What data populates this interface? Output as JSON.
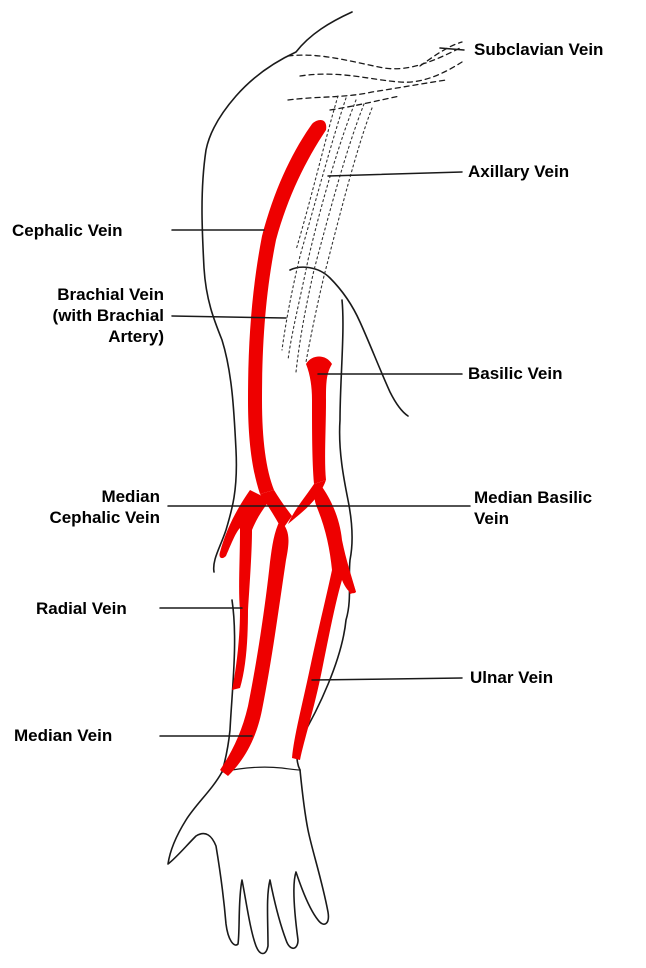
{
  "labels": {
    "subclavian": "Subclavian Vein",
    "axillary": "Axillary Vein",
    "cephalic": "Cephalic Vein",
    "brachial": [
      "Brachial Vein",
      "(with Brachial",
      "Artery)"
    ],
    "basilic": "Basilic Vein",
    "median_cephalic": [
      "Median",
      "Cephalic Vein"
    ],
    "median_basilic": [
      "Median Basilic",
      "Vein"
    ],
    "radial": "Radial Vein",
    "ulnar": "Ulnar Vein",
    "median": "Median Vein"
  },
  "colors": {
    "vein": "#ee0000",
    "outline": "#1a1a1a",
    "label": "#000000"
  }
}
